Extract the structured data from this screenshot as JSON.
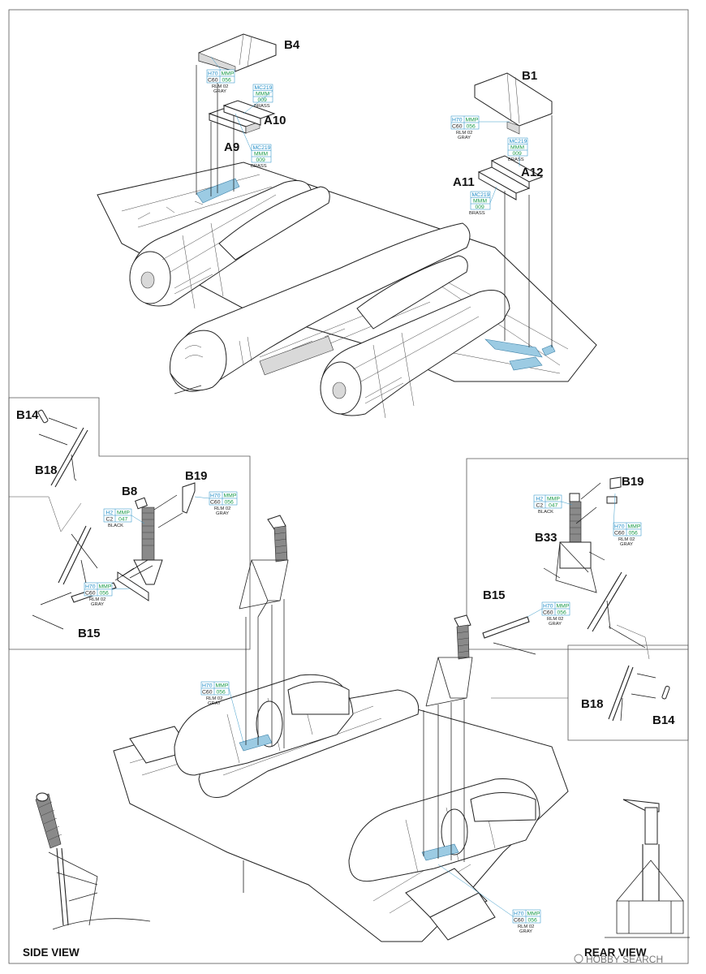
{
  "parts": {
    "B4": "B4",
    "B1": "B1",
    "A10": "A10",
    "A9": "A9",
    "A11": "A11",
    "A12": "A12",
    "B14": "B14",
    "B18": "B18",
    "B8": "B8",
    "B19": "B19",
    "B15": "B15",
    "B33": "B33"
  },
  "views": {
    "side": "SIDE VIEW",
    "rear": "REAR VIEW"
  },
  "colors": {
    "gray": {
      "c1": "H70",
      "c2": "MMP",
      "c3": "C60",
      "c4": "056",
      "note1": "RLM 02",
      "note2": "GRAY"
    },
    "brass": {
      "c1": "MC219",
      "c2": "MMM",
      "c3": "009",
      "note": "BRASS"
    },
    "black": {
      "c1": "H2",
      "c2": "MMP",
      "c3": "C2",
      "c4": "047",
      "note": "BLACK"
    }
  },
  "watermark": {
    "brand": "HOBBY SEARCH"
  },
  "accent_colors": {
    "callout_blue": "#1d8bc6",
    "callout_green": "#1a9a4a",
    "part_highlight": "#9ccbe3"
  }
}
